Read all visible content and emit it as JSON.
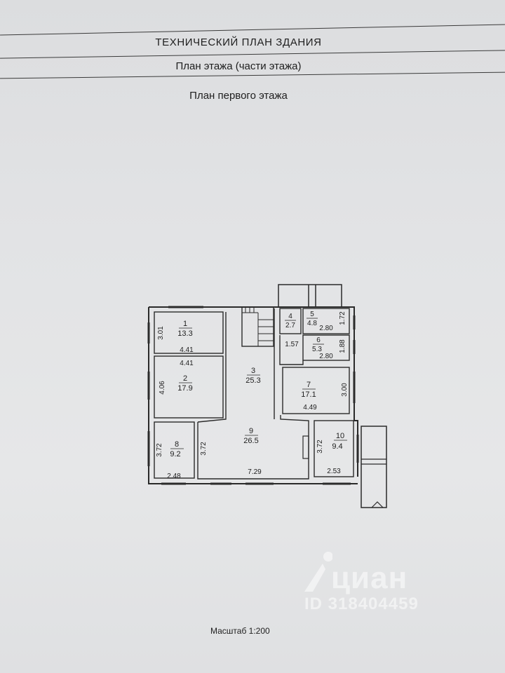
{
  "document": {
    "title": "ТЕХНИЧЕСКИЙ ПЛАН ЗДАНИЯ",
    "subtitle": "План этажа (части этажа)",
    "plan_heading": "План первого этажа",
    "scale_label": "Масштаб 1:200"
  },
  "rooms": [
    {
      "number": "1",
      "area": "13.3"
    },
    {
      "number": "2",
      "area": "17.9"
    },
    {
      "number": "3",
      "area": "25.3"
    },
    {
      "number": "4",
      "area": "2.7"
    },
    {
      "number": "5",
      "area": "4.8"
    },
    {
      "number": "6",
      "area": "5.3"
    },
    {
      "number": "7",
      "area": "17.1"
    },
    {
      "number": "8",
      "area": "9.2"
    },
    {
      "number": "9",
      "area": "26.5"
    },
    {
      "number": "10",
      "area": "9.4"
    }
  ],
  "dimensions": {
    "r1_height": "3.01",
    "r1_width": "4.41",
    "r2_width": "4.41",
    "r2_height": "4.06",
    "r5_height": "1.72",
    "r5_width": "2.80",
    "r4_width": "1.57",
    "r6_height": "1.88",
    "r6_width": "2.80",
    "r7_height": "3.00",
    "r7_width": "4.49",
    "r8_height": "3.72",
    "r8_width": "2.48",
    "r9_height": "3.72",
    "r9_width": "7.29",
    "r10_height": "3.72",
    "r10_width": "2.53"
  },
  "watermark": {
    "brand": "циан",
    "id_text": "ID 318404459"
  }
}
